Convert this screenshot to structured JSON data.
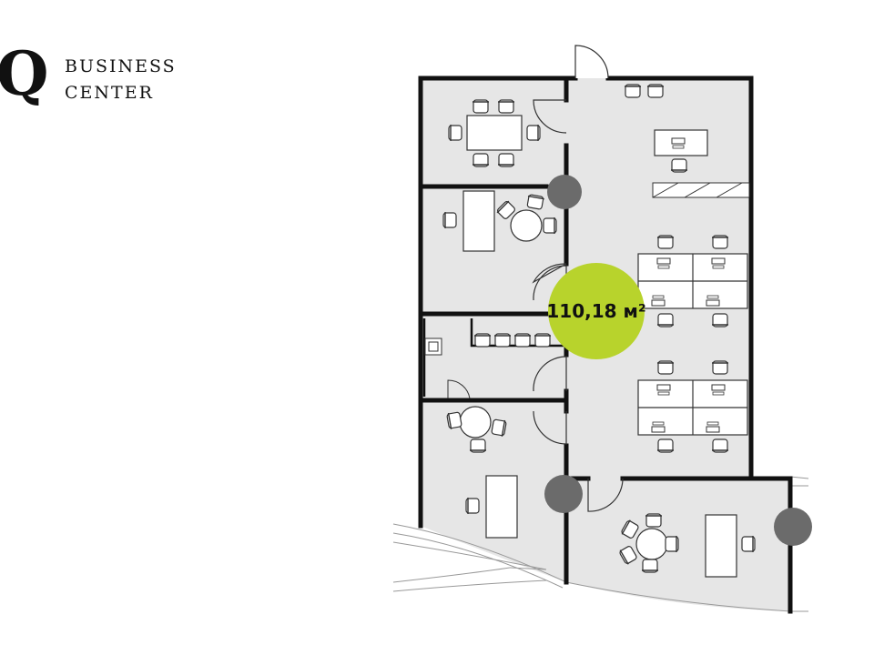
{
  "logo": {
    "mark": "Q",
    "line1": "BUSINESS",
    "line2": "CENTER"
  },
  "plan": {
    "area_label": "110,18 м²",
    "colors": {
      "floor": "#e6e6e6",
      "wall": "#111111",
      "accent": "#b8d32c",
      "column": "#6b6b6b",
      "furniture_stroke": "#333333",
      "furniture_fill": "#ffffff"
    },
    "icons": [
      "door-swing-icon",
      "chair-icon",
      "desk-icon",
      "round-table-icon",
      "column-icon",
      "sink-icon",
      "stair-icon"
    ]
  }
}
